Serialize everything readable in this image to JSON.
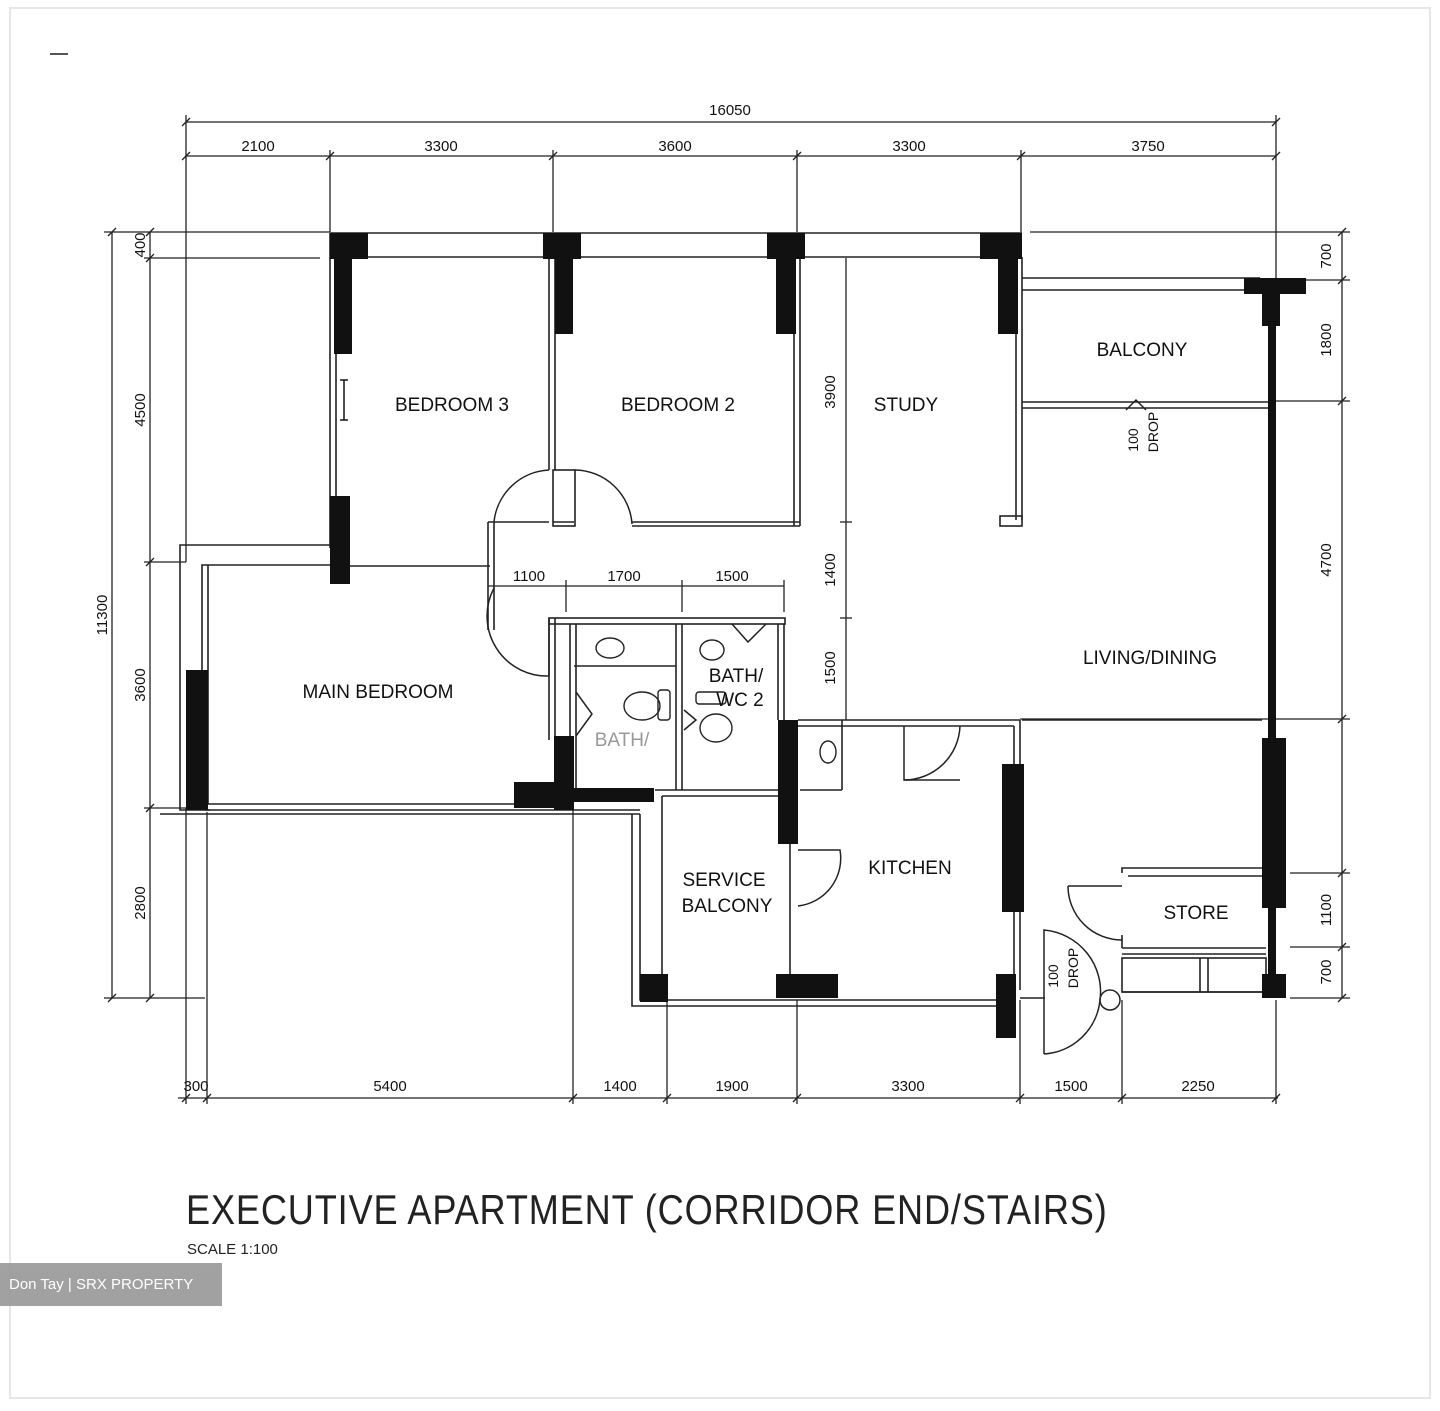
{
  "plan": {
    "title": "EXECUTIVE APARTMENT (CORRIDOR END/STAIRS)",
    "scale": "SCALE 1:100",
    "watermark": "Don Tay | SRX PROPERTY"
  },
  "rooms": {
    "bedroom3": "BEDROOM 3",
    "bedroom2": "BEDROOM 2",
    "study": "STUDY",
    "balcony": "BALCONY",
    "main_bedroom": "MAIN BEDROOM",
    "living_dining": "LIVING/DINING",
    "bath_wc2_line1": "BATH/",
    "bath_wc2_line2": "WC 2",
    "bath1": "BATH/",
    "kitchen": "KITCHEN",
    "service_balcony_line1": "SERVICE",
    "service_balcony_line2": "BALCONY",
    "store": "STORE"
  },
  "notes": {
    "drop_100_a": "100",
    "drop_label_a": "DROP",
    "drop_100_b": "100",
    "drop_label_b": "DROP"
  },
  "dimensions": {
    "top_total": "16050",
    "top": [
      "2100",
      "3300",
      "3600",
      "3300",
      "3750"
    ],
    "bottom": [
      "300",
      "5400",
      "1400",
      "1900",
      "3300",
      "1500",
      "2250"
    ],
    "left_total": "11300",
    "left": [
      "400",
      "4500",
      "3600",
      "2800"
    ],
    "right": [
      "700",
      "1800",
      "4700",
      "1100",
      "700"
    ],
    "inner_h": [
      "1100",
      "1700",
      "1500"
    ],
    "inner_v": [
      "3900",
      "1400",
      "1500"
    ]
  }
}
